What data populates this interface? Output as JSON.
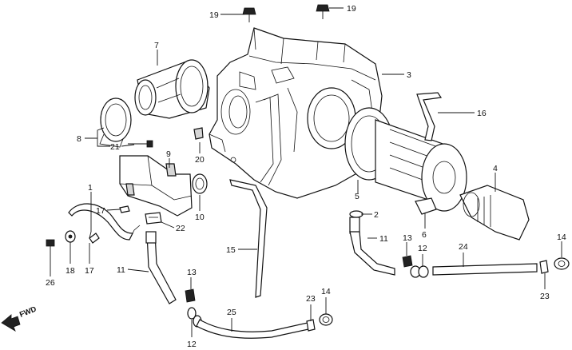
{
  "diagram": {
    "fwd_label": "FWD",
    "callouts": {
      "c1": "1",
      "c2": "2",
      "c3": "3",
      "c4": "4",
      "c5": "5",
      "c6": "6",
      "c7": "7",
      "c8": "8",
      "c9": "9",
      "c10": "10",
      "c11a": "11",
      "c11b": "11",
      "c12a": "12",
      "c12b": "12",
      "c13a": "13",
      "c13b": "13",
      "c14a": "14",
      "c14b": "14",
      "c15": "15",
      "c16": "16",
      "c17a": "17",
      "c17b": "17",
      "c18": "18",
      "c19a": "19",
      "c19b": "19",
      "c20": "20",
      "c21": "21",
      "c22": "22",
      "c23a": "23",
      "c23b": "23",
      "c24": "24",
      "c25": "25",
      "c26": "26"
    }
  }
}
